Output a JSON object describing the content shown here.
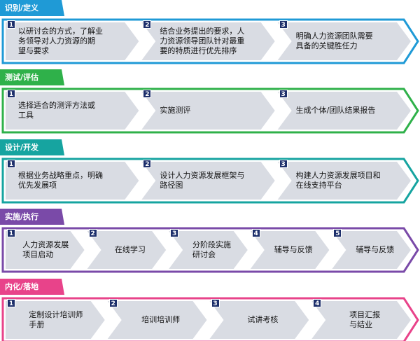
{
  "phases": [
    {
      "title": "识别/定义",
      "color": "#1f9ad6",
      "steps": [
        {
          "num": "1",
          "text": "以研讨会的方式，了解业\n务领导对人力资源的期\n望与要求"
        },
        {
          "num": "2",
          "text": "结合业务提出的要求，人\n力资源领导团队针对最重\n要的特质进行优先排序"
        },
        {
          "num": "3",
          "text": "明确人力资源团队需要\n具备的关键胜任力"
        }
      ]
    },
    {
      "title": "测试/评估",
      "color": "#2fb14a",
      "steps": [
        {
          "num": "1",
          "text": "选择适合的测评方法或\n工具"
        },
        {
          "num": "2",
          "text": "实施测评"
        },
        {
          "num": "3",
          "text": "生成个体/团队结果报告"
        }
      ]
    },
    {
      "title": "设计/开发",
      "color": "#16a4a0",
      "steps": [
        {
          "num": "1",
          "text": "根据业务战略重点，明确\n优先发展项"
        },
        {
          "num": "2",
          "text": "设计人力资源发展框架与\n路径图"
        },
        {
          "num": "3",
          "text": "构建人力资源发展项目和\n在线支持平台"
        }
      ]
    },
    {
      "title": "实施/执行",
      "color": "#7a4aa8",
      "steps": [
        {
          "num": "1",
          "text": "人力资源发展\n项目启动"
        },
        {
          "num": "2",
          "text": "在线学习"
        },
        {
          "num": "3",
          "text": "分阶段实施\n研讨会"
        },
        {
          "num": "4",
          "text": "辅导与反馈"
        },
        {
          "num": "5",
          "text": "辅导与反馈"
        }
      ]
    },
    {
      "title": "内化/落地",
      "color": "#e8438a",
      "steps": [
        {
          "num": "1",
          "text": "定制设计培训师\n手册"
        },
        {
          "num": "2",
          "text": "培训培训师"
        },
        {
          "num": "3",
          "text": "试讲考核"
        },
        {
          "num": "4",
          "text": "项目汇报\n与结业"
        }
      ]
    }
  ]
}
